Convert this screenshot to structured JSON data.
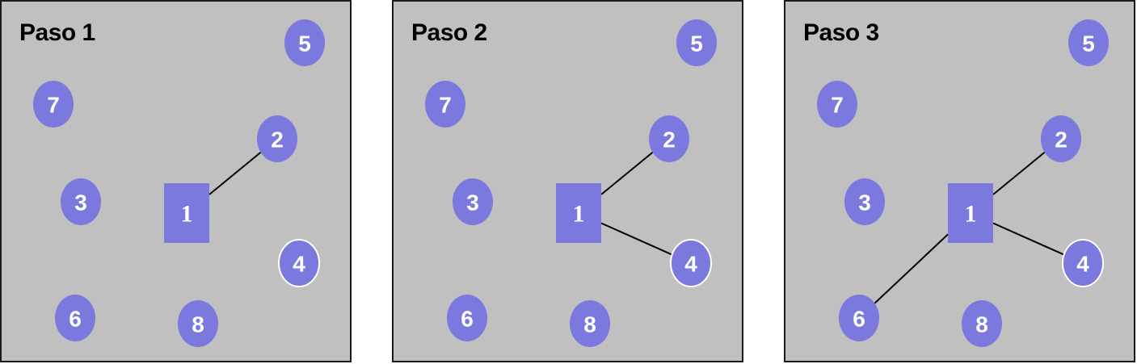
{
  "colors": {
    "panel_background": "#c0c0c0",
    "node_fill": "#7b78de",
    "node_text": "#ffffff",
    "edge": "#000000",
    "highlight_outline": "#ffffff"
  },
  "node_shapes": {
    "square": "1",
    "circles": [
      "2",
      "3",
      "4",
      "5",
      "6",
      "7",
      "8"
    ]
  },
  "highlighted_node": "4",
  "panels": [
    {
      "title": "Paso 1",
      "edges": [
        [
          "1",
          "2"
        ]
      ]
    },
    {
      "title": "Paso 2",
      "edges": [
        [
          "1",
          "2"
        ],
        [
          "1",
          "4"
        ]
      ]
    },
    {
      "title": "Paso 3",
      "edges": [
        [
          "1",
          "2"
        ],
        [
          "1",
          "4"
        ],
        [
          "1",
          "6"
        ]
      ]
    }
  ]
}
